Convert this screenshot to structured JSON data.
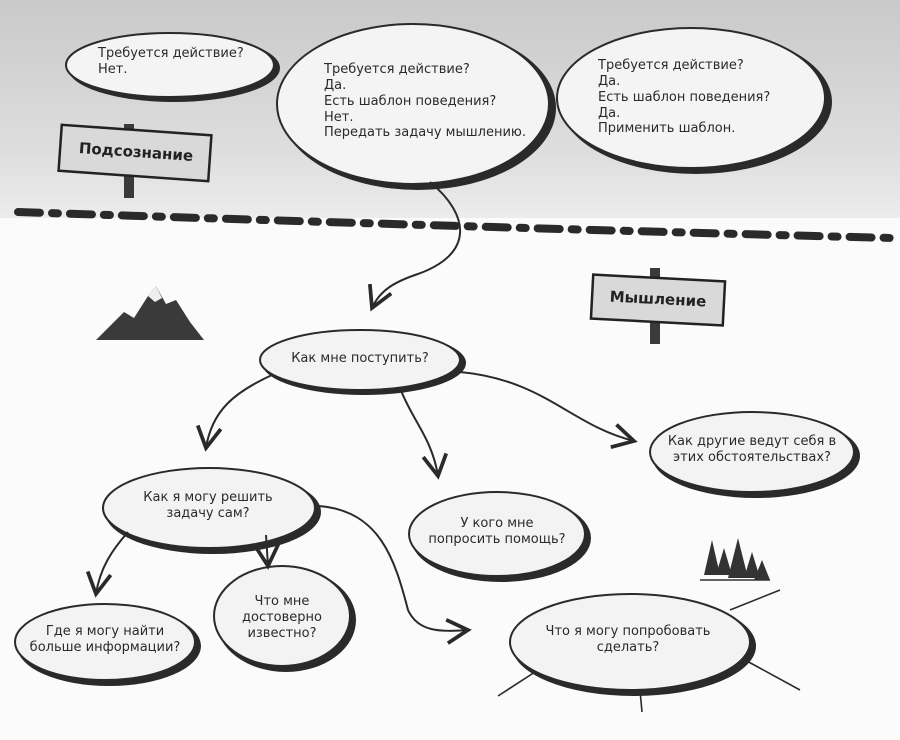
{
  "zones": {
    "subconscious_label": "Подсознание",
    "thinking_label": "Мышление"
  },
  "top_bubbles": {
    "left": [
      "Требуется действие?",
      "Нет."
    ],
    "middle": [
      "Требуется действие?",
      "Да.",
      "Есть шаблон поведения?",
      "Нет.",
      "Передать задачу мышлению."
    ],
    "right": [
      "Требуется действие?",
      "Да.",
      "Есть шаблон поведения?",
      "Да.",
      "Применить шаблон."
    ]
  },
  "thinking": {
    "root": "Как мне поступить?",
    "others": "Как другие ведут себя в этих обстоятельствах?",
    "self": "Как я могу решить задачу сам?",
    "help": "У кого мне попросить помощь?",
    "info": "Где я могу найти больше информации?",
    "known": "Что мне достоверно известно?",
    "try": "Что я могу попробовать сделать?"
  },
  "colors": {
    "ink": "#2a2a2a",
    "top_shade": "#cfcfcf",
    "bubble_fill": "#f3f3f3",
    "sign_fill": "#d9d9d9"
  }
}
